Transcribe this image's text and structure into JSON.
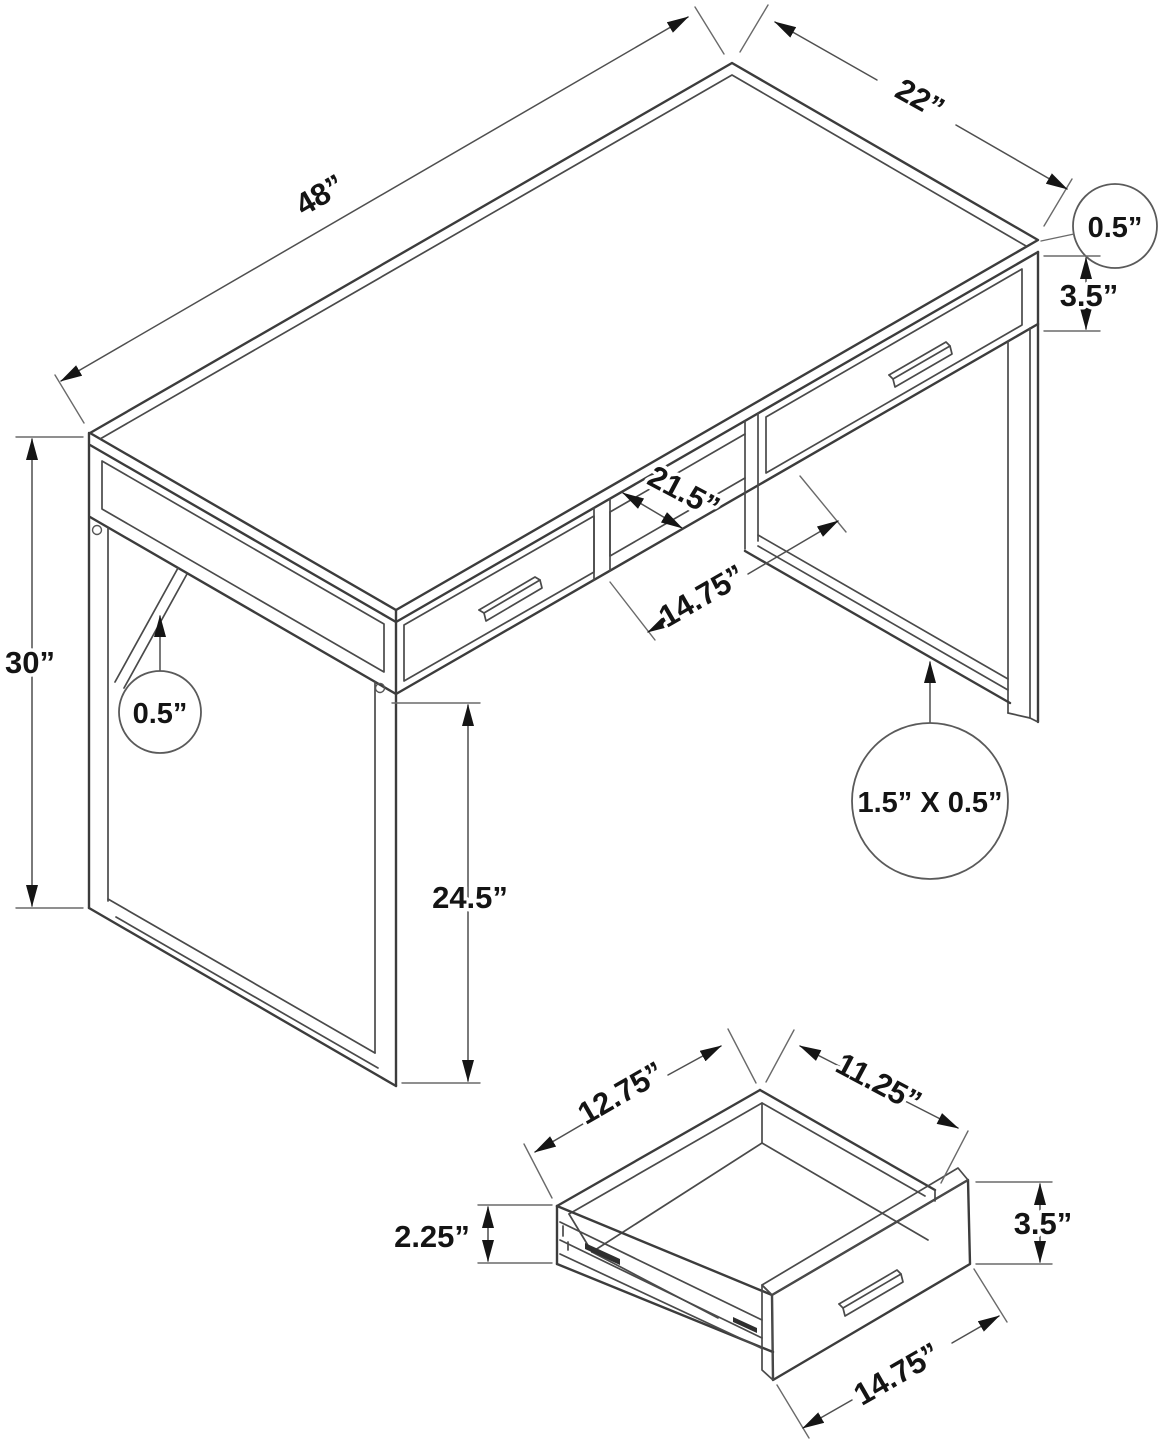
{
  "diagram": {
    "kind": "furniture assembly dimension drawing",
    "subject": "computer desk with two drawers, open center shelf and metal frame legs, plus detached drawer detail",
    "colors": {
      "background": "#ffffff",
      "line": "#3c3c3c",
      "dimension_text": "#141414"
    },
    "desk": {
      "dim_length": "48”",
      "dim_depth": "22”",
      "dim_top_thickness": "0.5”",
      "dim_apron_height": "3.5”",
      "dim_overall_height": "30”",
      "dim_brace_thickness": "0.5”",
      "dim_shelf_depth": "21.5”",
      "dim_drawer_opening_width": "14.75”",
      "dim_leg_clearance": "24.5”",
      "dim_frame_tube": "1.5” X 0.5”"
    },
    "drawer_detail": {
      "dim_inner_width": "12.75”",
      "dim_inner_depth": "11.25”",
      "dim_side_height": "2.25”",
      "dim_front_height": "3.5”",
      "dim_front_width": "14.75”"
    }
  }
}
